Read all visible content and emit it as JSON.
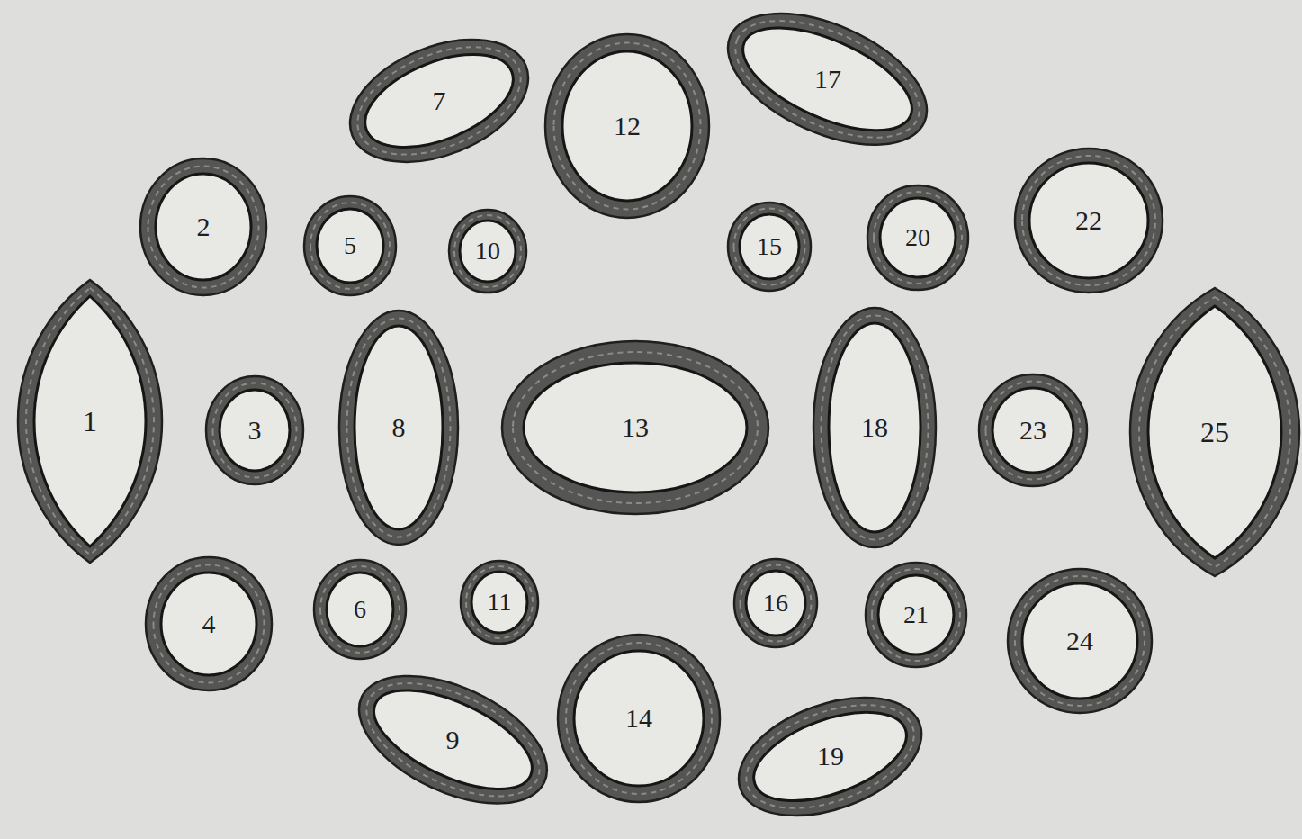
{
  "diagram": {
    "nodes": [
      {
        "text": [
          "1"
        ]
      },
      {
        "text": [
          "2"
        ]
      },
      {
        "text": [
          "3"
        ]
      },
      {
        "text": [
          "4"
        ]
      },
      {
        "text": [
          "5"
        ]
      },
      {
        "text": [
          "6"
        ]
      },
      {
        "text": [
          "7"
        ]
      },
      {
        "text": [
          "8"
        ]
      },
      {
        "text": [
          "9"
        ]
      },
      {
        "text": [
          "10"
        ]
      },
      {
        "text": [
          "11"
        ]
      },
      {
        "text": [
          "12"
        ]
      },
      {
        "text": [
          "13"
        ]
      },
      {
        "text": [
          "14"
        ]
      },
      {
        "text": [
          "15"
        ]
      },
      {
        "text": [
          "16"
        ]
      },
      {
        "text": [
          "17"
        ]
      },
      {
        "text": [
          "18"
        ]
      },
      {
        "text": [
          "19"
        ]
      },
      {
        "text": [
          "20"
        ]
      },
      {
        "text": [
          "21"
        ]
      },
      {
        "text": [
          "22"
        ]
      },
      {
        "text": [
          "23"
        ]
      },
      {
        "text": [
          "24"
        ]
      },
      {
        "text": [
          "25"
        ]
      }
    ]
  }
}
